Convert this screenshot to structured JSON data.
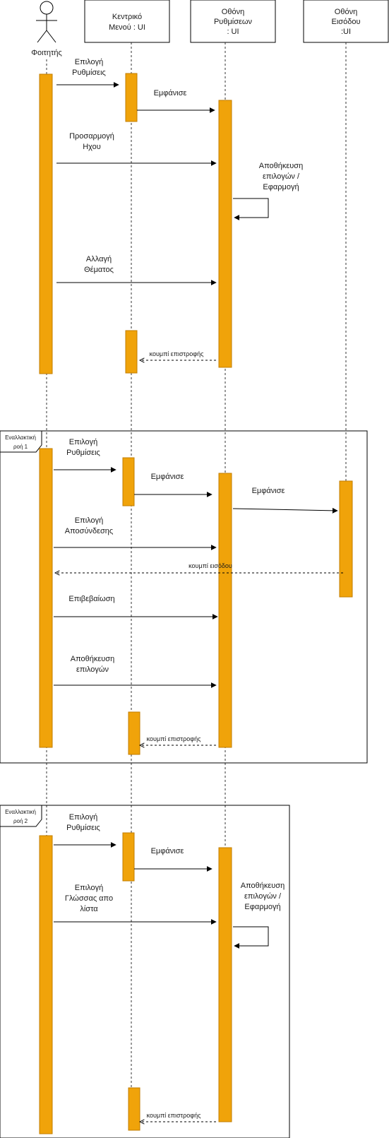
{
  "actor": {
    "name": "Φοιτητής"
  },
  "lifelines": [
    {
      "line1": "Κεντρικό",
      "line2": "Μενού : UI"
    },
    {
      "line1": "Οθόνη",
      "line2": "Ρυθμίσεων",
      "line3": ": UI"
    },
    {
      "line1": "Οθόνη",
      "line2": "Εισόδου",
      "line3": ":UI"
    }
  ],
  "main": {
    "m1": [
      "Επιλογή",
      "Ρυθμίσεις"
    ],
    "m2": "Εμφάνισε",
    "m3": [
      "Προσαρμογή",
      "Ηχου"
    ],
    "m4": [
      "Αποθήκευση",
      "επιλογών /",
      "Εφαρμογή"
    ],
    "m5": [
      "Αλλαγή",
      "Θέματος"
    ],
    "r1": "κουμπί επιστροφής"
  },
  "alt1": {
    "title": [
      "Εναλλακτική",
      "ροή 1"
    ],
    "m1": [
      "Επιλογή",
      "Ρυθμίσεις"
    ],
    "m2": "Εμφάνισε",
    "m3": "Εμφάνισε",
    "m4": [
      "Επιλογή",
      "Αποσύνδεσης"
    ],
    "r1": "κουμπί εισόδου",
    "m5": "Επιβεβαίωση",
    "m6": [
      "Αποθήκευση",
      "επιλογών"
    ],
    "r2": "κουμπί επιστροφής"
  },
  "alt2": {
    "title": [
      "Εναλλακτική",
      "ροή 2"
    ],
    "m1": [
      "Επιλογή",
      "Ρυθμίσεις"
    ],
    "m2": "Εμφάνισε",
    "m3": [
      "Αποθήκευση",
      "επιλογών /",
      "Εφαρμογή"
    ],
    "m4": [
      "Επιλογή",
      "Γλώσσας απο",
      "λίστα"
    ],
    "r1": "κουμπί επιστροφής"
  },
  "colors": {
    "activation": "#f0a30a",
    "activation_border": "#c27c00",
    "line": "#000000"
  }
}
